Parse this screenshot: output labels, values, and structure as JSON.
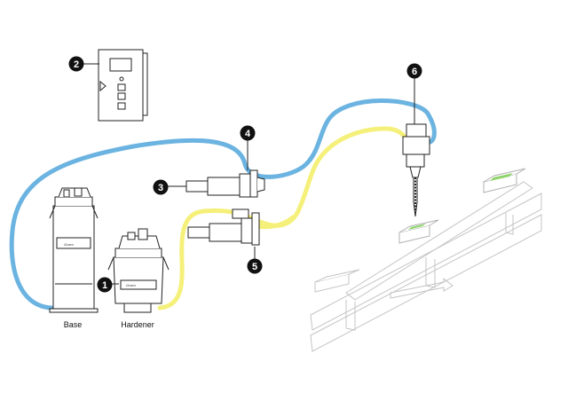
{
  "labels": {
    "base": "Base",
    "hardener": "Hardener"
  },
  "callouts": [
    "1",
    "2",
    "3",
    "4",
    "5",
    "6"
  ],
  "tank_brand": "Graco",
  "colors": {
    "blue_hose": "#6bb3e0",
    "yellow_hose": "#f5f07a",
    "line": "#222222",
    "faint": "#b8b8b8",
    "green": "#8fd46a",
    "callout_fill": "#111111"
  }
}
